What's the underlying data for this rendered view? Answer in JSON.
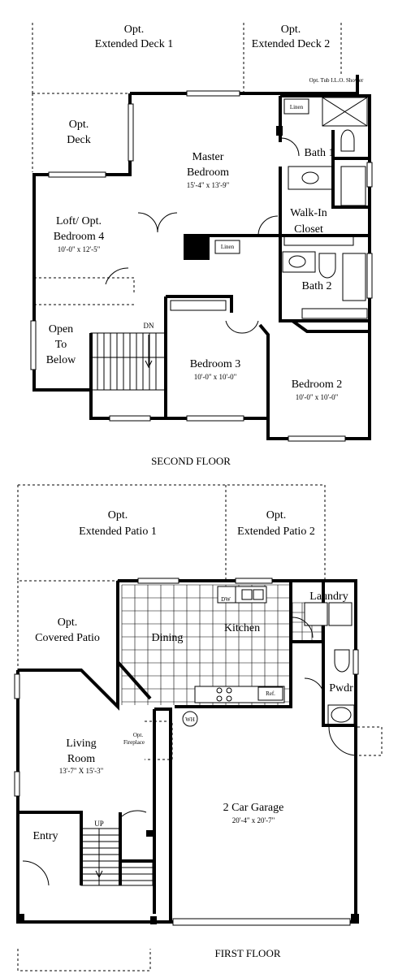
{
  "second_floor": {
    "title": "SECOND FLOOR",
    "rooms": {
      "ext_deck_1": [
        "Opt.",
        "Extended Deck 1"
      ],
      "ext_deck_2": [
        "Opt.",
        "Extended Deck 2"
      ],
      "opt_deck": [
        "Opt.",
        "Deck"
      ],
      "tub_shower": "Opt. Tub I.L.O. Shower",
      "linen_1": "Linen",
      "bath_1": "Bath 1",
      "master": [
        "Master",
        "Bedroom"
      ],
      "master_dim": "15'-4\" x 13'-9\"",
      "loft": [
        "Loft/ Opt.",
        "Bedroom 4"
      ],
      "loft_dim": "10'-0\" x 12'-5\"",
      "walk_in": [
        "Walk-In",
        "Closet"
      ],
      "linen_2": "Linen",
      "bath_2": "Bath 2",
      "open_below": [
        "Open",
        "To",
        "Below"
      ],
      "dn": "DN",
      "bed3": "Bedroom 3",
      "bed3_dim": "10'-0\" x 10'-0\"",
      "bed2": "Bedroom 2",
      "bed2_dim": "10'-0\" x 10'-0\""
    }
  },
  "first_floor": {
    "title": "FIRST FLOOR",
    "rooms": {
      "ext_patio_1": [
        "Opt.",
        "Extended Patio 1"
      ],
      "ext_patio_2": [
        "Opt.",
        "Extended Patio 2"
      ],
      "covered_patio": [
        "Opt.",
        "Covered Patio"
      ],
      "dw": "DW",
      "laundry": "Laundry",
      "dining": "Dining",
      "kitchen": "Kitchen",
      "ref": "Ref.",
      "pwdr": "Pwdr",
      "wh": "WH",
      "fireplace": [
        "Opt.",
        "Fireplace"
      ],
      "living": [
        "Living",
        "Room"
      ],
      "living_dim": "13'-7\" X 15'-3\"",
      "garage": "2 Car Garage",
      "garage_dim": "20'-4\" x 20'-7\"",
      "up": "UP",
      "entry": "Entry"
    }
  }
}
